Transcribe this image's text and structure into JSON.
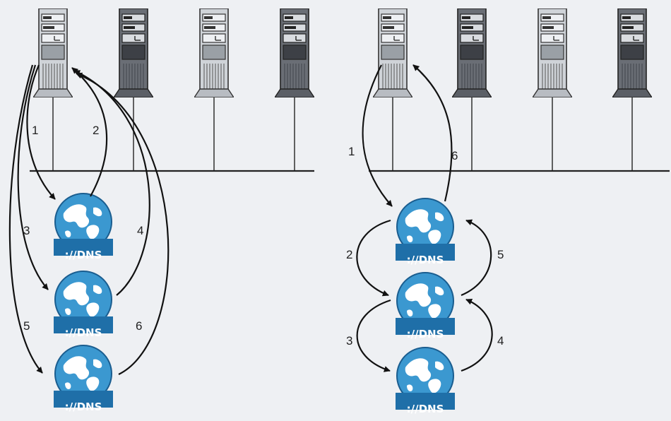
{
  "diagram": {
    "dns_label": "://DNS",
    "colors": {
      "background": "#eef0f3",
      "globe_blue": "#3b98d0",
      "globe_land": "#ffffff",
      "dns_plate": "#1f6fa8",
      "server_light": "#c9cdd2",
      "server_dark": "#5b5f66",
      "line": "#111111"
    },
    "panels": [
      {
        "id": "left",
        "server_count": 4,
        "dns_server_count": 3,
        "steps": [
          "1",
          "2",
          "3",
          "4",
          "5",
          "6"
        ]
      },
      {
        "id": "right",
        "server_count": 4,
        "dns_server_count": 3,
        "steps": [
          "1",
          "2",
          "3",
          "4",
          "5",
          "6"
        ]
      }
    ]
  }
}
